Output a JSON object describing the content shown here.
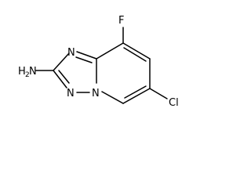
{
  "molecule": {
    "atoms": {
      "fluorine": "F",
      "chlorine": "Cl",
      "amine_h": "H",
      "amine_sub": "2",
      "amine_n": "N",
      "ring_n_top": "N",
      "ring_n_bottom": "N",
      "ring_n_bridge": "N"
    }
  }
}
